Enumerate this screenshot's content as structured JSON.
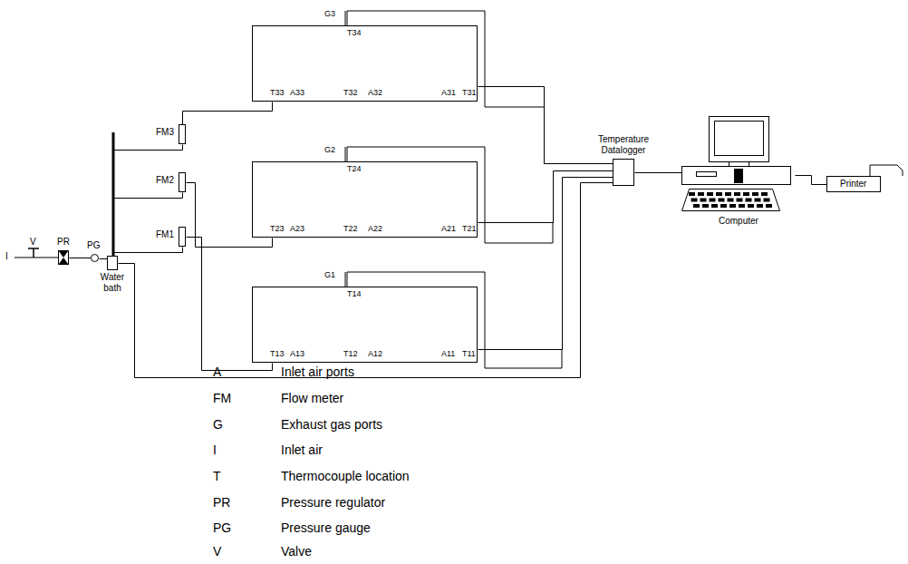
{
  "diagram": {
    "nodes": [
      {
        "text": [
          "G3",
          "T34",
          "T33",
          "A33",
          "T32",
          "A32",
          "A31",
          "T31"
        ]
      },
      {
        "text": [
          "G2",
          "T24",
          "T23",
          "A23",
          "T22",
          "A22",
          "A21",
          "T21"
        ]
      },
      {
        "text": [
          "G1",
          "T14",
          "T13",
          "A13",
          "T12",
          "A12",
          "A11",
          "T11"
        ]
      },
      {
        "text": [
          "FM3"
        ]
      },
      {
        "text": [
          "FM2"
        ]
      },
      {
        "text": [
          "FM1"
        ]
      },
      {
        "text": [
          "PR"
        ]
      },
      {
        "text": [
          "PG"
        ]
      },
      {
        "text": [
          "Water bath"
        ]
      },
      {
        "text": [
          "Temperature Datalogger"
        ]
      },
      {
        "text": [
          "Computer"
        ]
      },
      {
        "text": [
          "Printer"
        ]
      }
    ],
    "edges": [
      {
        "from": 6,
        "to": 7,
        "arrow": "none"
      },
      {
        "from": 7,
        "to": 8,
        "arrow": "none"
      },
      {
        "from": 8,
        "to": 3,
        "arrow": "none"
      },
      {
        "from": 8,
        "to": 4,
        "arrow": "none"
      },
      {
        "from": 8,
        "to": 5,
        "arrow": "none"
      },
      {
        "from": 3,
        "to": 0,
        "arrow": "none"
      },
      {
        "from": 4,
        "to": 1,
        "arrow": "none"
      },
      {
        "from": 5,
        "to": 2,
        "arrow": "none"
      },
      {
        "from": 0,
        "to": 9,
        "arrow": "none"
      },
      {
        "from": 1,
        "to": 9,
        "arrow": "none"
      },
      {
        "from": 2,
        "to": 9,
        "arrow": "none"
      },
      {
        "from": 8,
        "to": 9,
        "arrow": "none"
      },
      {
        "from": 9,
        "to": 10,
        "arrow": "none"
      },
      {
        "from": 10,
        "to": 11,
        "arrow": "none"
      }
    ],
    "labels": [
      "I",
      "V",
      "A",
      "Inlet air ports",
      "FM",
      "Flow meter",
      "G",
      "Exhaust gas ports",
      "I",
      "Inlet air",
      "T",
      "Thermocouple location",
      "PR",
      "Pressure regulator",
      "PG",
      "Pressure gauge",
      "V",
      "Valve"
    ]
  }
}
